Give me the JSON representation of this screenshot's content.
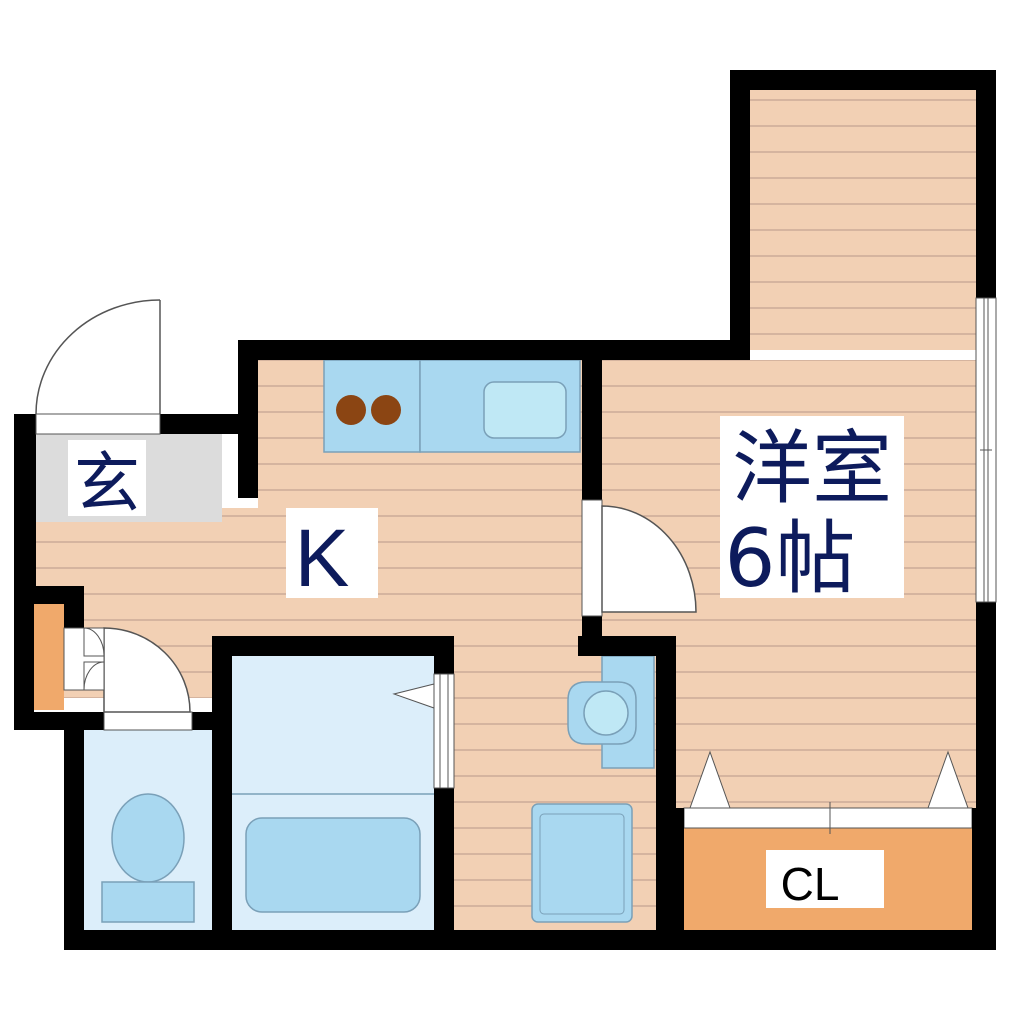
{
  "labels": {
    "genkan": "玄",
    "kitchen": "K",
    "western_room_line1": "洋室",
    "western_room_line2": "6帖",
    "closet": "CL"
  },
  "colors": {
    "wall": "#000000",
    "floor": "#f2d0b4",
    "floor_line": "#b8998a",
    "entrance": "#dcdcdc",
    "wet_area": "#dceefa",
    "fixture": "#a9d8f0",
    "fixture_alt": "#bfe8f5",
    "closet": "#f0a96b",
    "stove_burner": "#8b4513",
    "label_text": "#0d1b5c",
    "label_bg": "#ffffff"
  },
  "icons": [
    "door-swing-icon",
    "window-icon",
    "stove-icon",
    "sink-icon",
    "toilet-icon",
    "bathtub-icon",
    "washbasin-icon",
    "washing-machine-icon",
    "shelf-icon"
  ]
}
